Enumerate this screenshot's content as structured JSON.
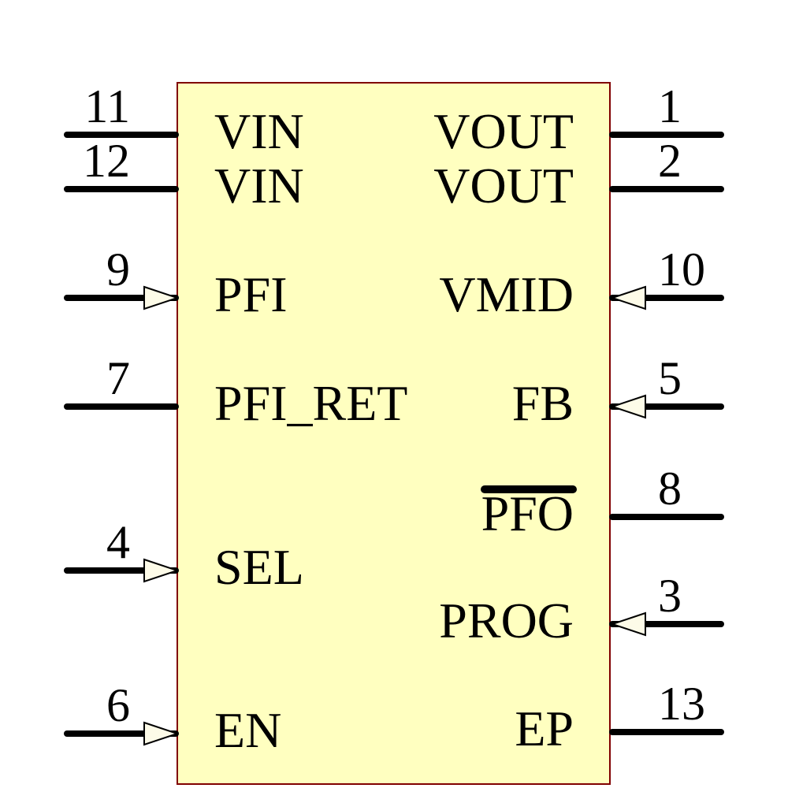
{
  "diagram": {
    "kind": "ic-schematic-symbol",
    "colors": {
      "body_fill": "#FFFFC0",
      "body_border": "#800000",
      "wire": "#000000",
      "arrow_fill": "#FDFBE8"
    },
    "left_pins": [
      {
        "number": "11",
        "name": "VIN",
        "input_arrow": false
      },
      {
        "number": "12",
        "name": "VIN",
        "input_arrow": false
      },
      {
        "number": "9",
        "name": "PFI",
        "input_arrow": true
      },
      {
        "number": "7",
        "name": "PFI_RET",
        "input_arrow": false
      },
      {
        "number": "4",
        "name": "SEL",
        "input_arrow": true
      },
      {
        "number": "6",
        "name": "EN",
        "input_arrow": true
      }
    ],
    "right_pins": [
      {
        "number": "1",
        "name": "VOUT",
        "input_arrow": false,
        "active_low": false
      },
      {
        "number": "2",
        "name": "VOUT",
        "input_arrow": false,
        "active_low": false
      },
      {
        "number": "10",
        "name": "VMID",
        "input_arrow": true,
        "active_low": false
      },
      {
        "number": "5",
        "name": "FB",
        "input_arrow": true,
        "active_low": false
      },
      {
        "number": "8",
        "name": "PFO",
        "input_arrow": false,
        "active_low": true
      },
      {
        "number": "3",
        "name": "PROG",
        "input_arrow": true,
        "active_low": false
      },
      {
        "number": "13",
        "name": "EP",
        "input_arrow": false,
        "active_low": false
      }
    ]
  }
}
